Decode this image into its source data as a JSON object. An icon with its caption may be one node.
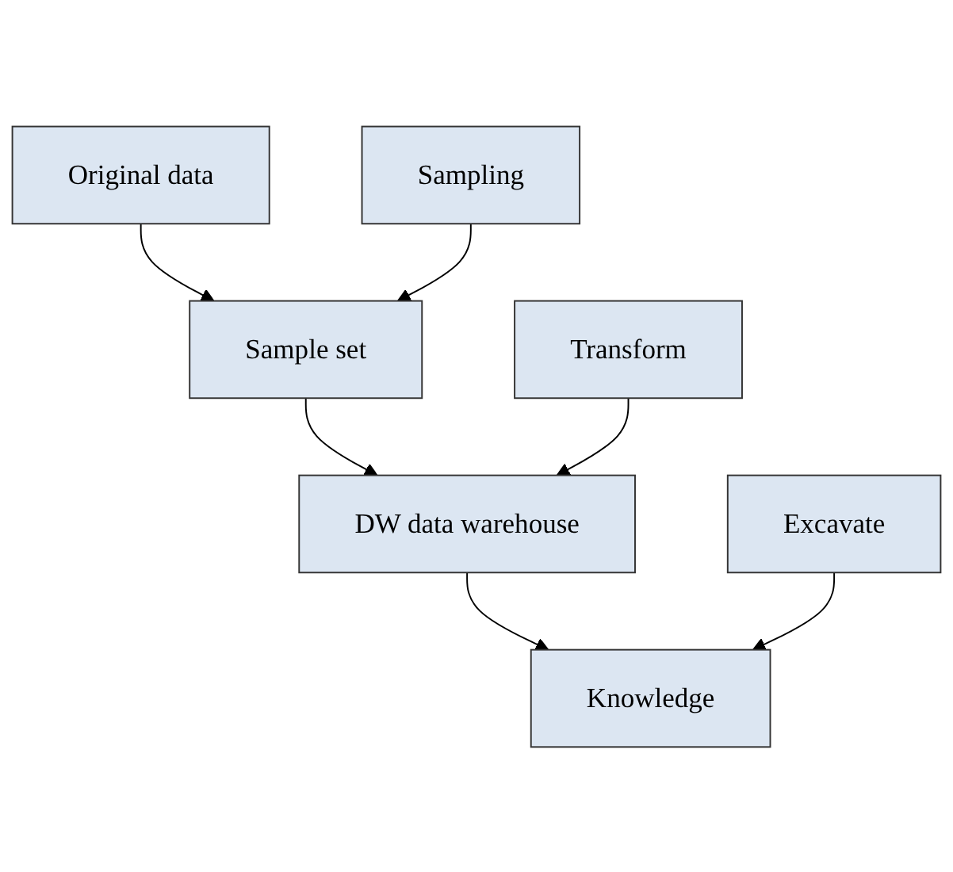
{
  "diagram": {
    "nodes": [
      {
        "text": [
          "Original data"
        ]
      },
      {
        "text": [
          "Sampling"
        ]
      },
      {
        "text": [
          "Sample set"
        ]
      },
      {
        "text": [
          "Transform"
        ]
      },
      {
        "text": [
          "DW data warehouse"
        ]
      },
      {
        "text": [
          "Excavate"
        ]
      },
      {
        "text": [
          "Knowledge"
        ]
      }
    ],
    "edges": [
      {
        "from": 0,
        "to": 2,
        "arrow": "to"
      },
      {
        "from": 1,
        "to": 2,
        "arrow": "to"
      },
      {
        "from": 2,
        "to": 4,
        "arrow": "to"
      },
      {
        "from": 3,
        "to": 4,
        "arrow": "to"
      },
      {
        "from": 4,
        "to": 6,
        "arrow": "to"
      },
      {
        "from": 5,
        "to": 6,
        "arrow": "to"
      }
    ]
  }
}
